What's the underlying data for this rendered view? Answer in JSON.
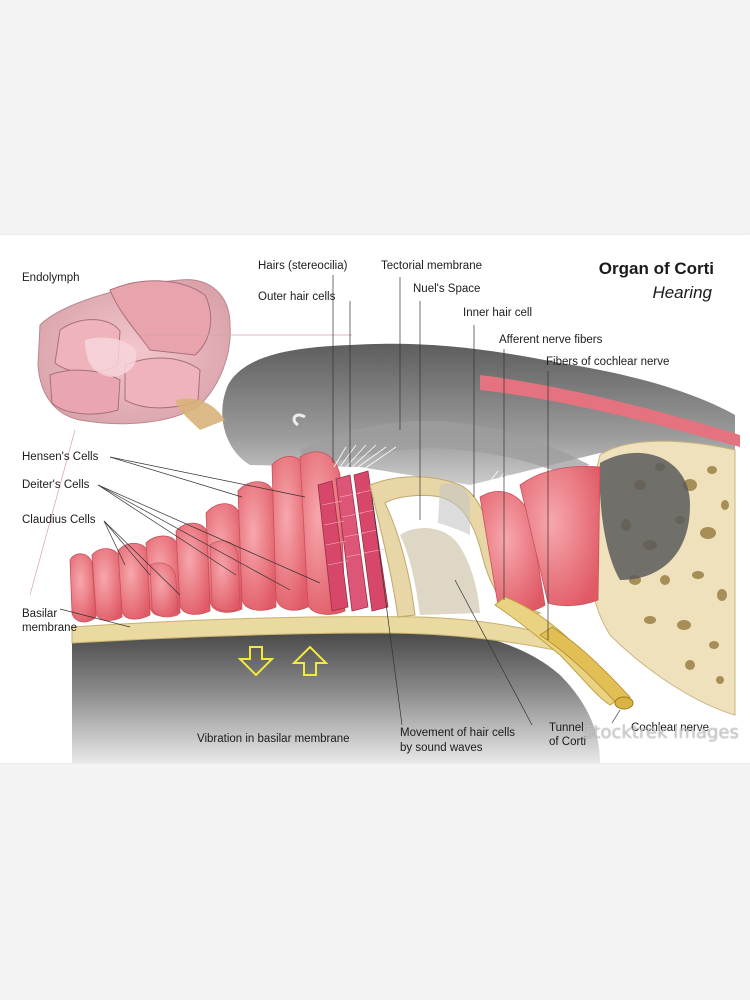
{
  "title": "Organ of Corti",
  "subtitle": "Hearing",
  "labels": {
    "endolymph": "Endolymph",
    "stereocilia": "Hairs (stereocilia)",
    "outer_hair_cells": "Outer hair cells",
    "tectorial_membrane": "Tectorial membrane",
    "nuels_space": "Nuel's Space",
    "inner_hair_cell": "Inner hair cell",
    "afferent_fibers": "Afferent nerve fibers",
    "cochlear_fibers": "Fibers of cochlear nerve",
    "hensens_cells": "Hensen's Cells",
    "deiters_cells": "Deiter's Cells",
    "claudius_cells": "Claudius Cells",
    "basilar_line1": "Basilar",
    "basilar_line2": "membrane",
    "vibration": "Vibration in basilar membrane",
    "movement_line1": "Movement of hair cells",
    "movement_line2": "by sound waves",
    "tunnel_line1": "Tunnel",
    "tunnel_line2": "of Corti",
    "cochlear_nerve": "Cochlear nerve"
  },
  "watermark": "Stocktrek Images",
  "colors": {
    "tissue_pink": "#e8747c",
    "membrane_yellow": "#e9d9a0",
    "bone": "#efe1bc",
    "gray_fluid": "#8a8a8a",
    "arrow_yellow": "#f1ea3c"
  }
}
